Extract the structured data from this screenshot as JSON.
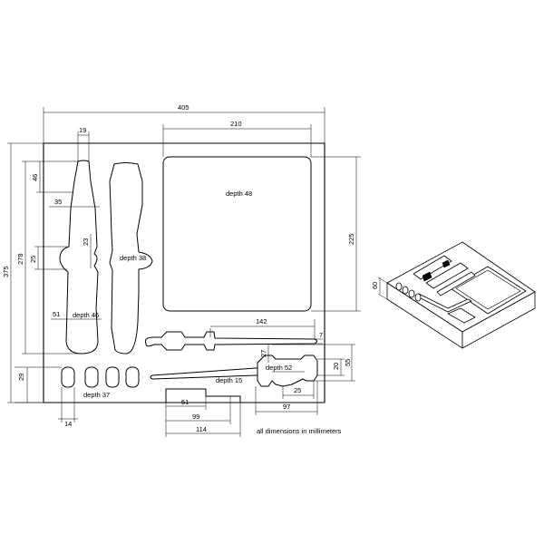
{
  "dimensions": {
    "overall_width": "405",
    "overall_height": "375",
    "tray_width": "210",
    "tray_height": "225",
    "handle_width_top": "19",
    "left_top_46": "46",
    "left_35": "35",
    "left_278": "278",
    "left_25": "25",
    "left_23": "23",
    "left_51": "51",
    "left_29": "29",
    "left_14": "14",
    "span_142": "142",
    "gap_7": "7",
    "plier_27": "27",
    "plier_20": "20",
    "plier_55": "55",
    "plier_25": "25",
    "plier_97": "97",
    "bottom_51": "51",
    "bottom_99": "99",
    "bottom_114": "114",
    "iso_depth": "60"
  },
  "depth_labels": {
    "tray": "depth 48",
    "screwdriver": "depth 38",
    "handle": "depth 46",
    "slots": "depth 37",
    "plier": "depth 52",
    "probe": "depth 15"
  },
  "note": "all dimensions in millimeters"
}
